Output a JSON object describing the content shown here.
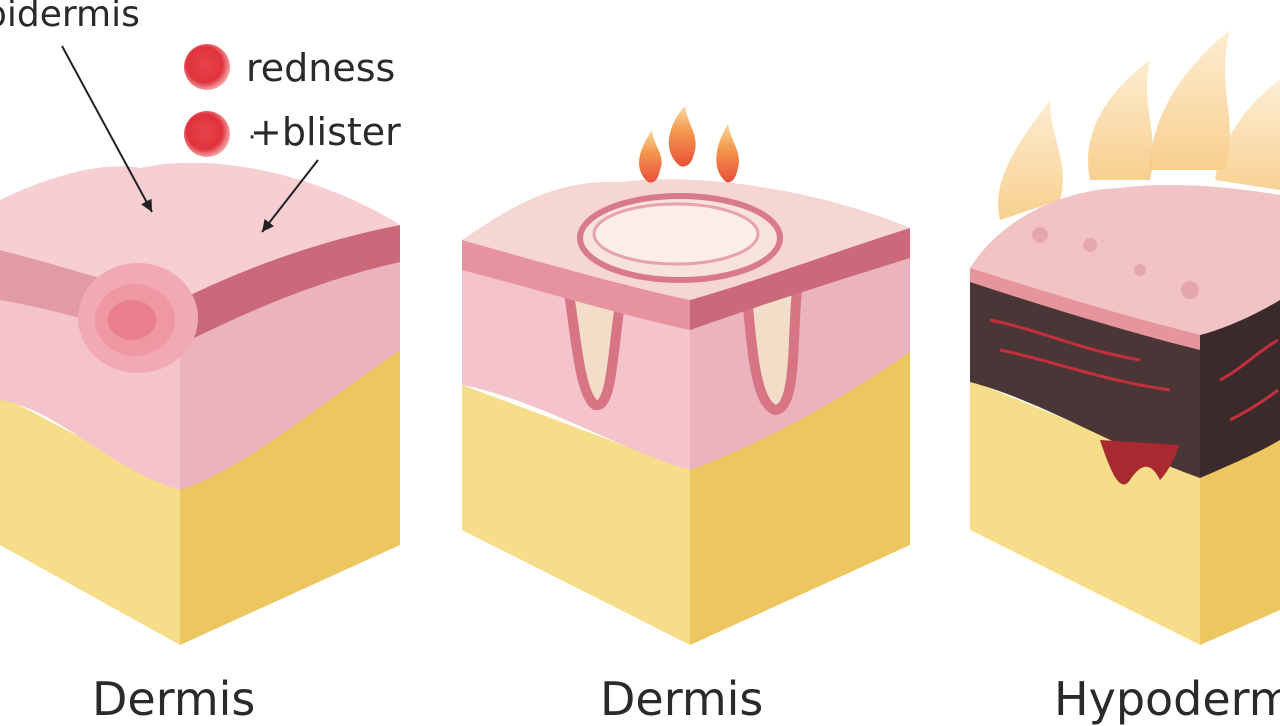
{
  "labels": {
    "epidermis": "pidermis",
    "redness": "redness",
    "blister": "+blister"
  },
  "captions": [
    "Dermis",
    "Dermis",
    "Hypodermis"
  ],
  "colors": {
    "epidermis_top": "#f6c9cd",
    "dermis": "#f2bcc4",
    "dermis_dark": "#d9737f",
    "fat_front": "#f6dd8a",
    "fat_side": "#eec660",
    "char": "#4a3537",
    "flame": "#f4b05a",
    "marker_red": "#e0323c"
  },
  "icons": [
    "red-dot-marker-icon",
    "flame-icon"
  ]
}
